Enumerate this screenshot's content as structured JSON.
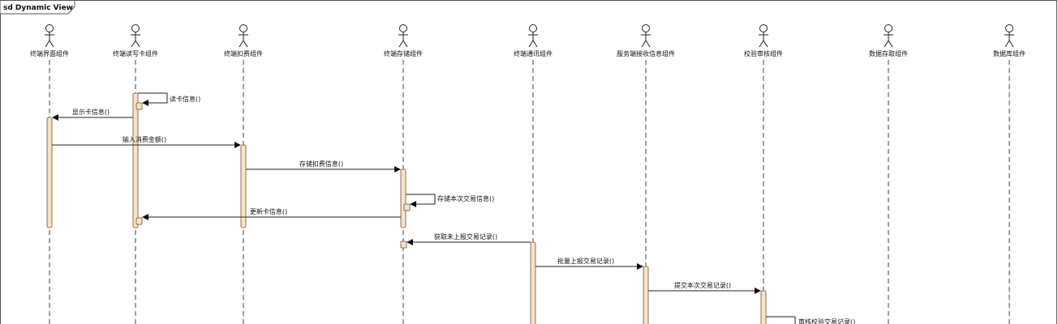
{
  "frame": {
    "title": "sd Dynamic View"
  },
  "actors": [
    {
      "id": "a1",
      "label": "终端界面组件"
    },
    {
      "id": "a2",
      "label": "终端读写卡组件"
    },
    {
      "id": "a3",
      "label": "终端扣费组件"
    },
    {
      "id": "a4",
      "label": "终端存储组件"
    },
    {
      "id": "a5",
      "label": "终端通讯组件"
    },
    {
      "id": "a6",
      "label": "服务端接收信息组件"
    },
    {
      "id": "a7",
      "label": "校验审核组件"
    },
    {
      "id": "a8",
      "label": "数据存取组件"
    },
    {
      "id": "a9",
      "label": "数据库组件"
    }
  ],
  "messages": [
    {
      "from": "a2",
      "to": "a2",
      "label": "读卡信息()"
    },
    {
      "from": "a2",
      "to": "a1",
      "label": "显示卡信息()"
    },
    {
      "from": "a1",
      "to": "a3",
      "label": "输入消费金额()"
    },
    {
      "from": "a3",
      "to": "a4",
      "label": "存储扣费信息()"
    },
    {
      "from": "a4",
      "to": "a4",
      "label": "存储本次交易信息()"
    },
    {
      "from": "a4",
      "to": "a2",
      "label": "更新卡信息()"
    },
    {
      "from": "a5",
      "to": "a4",
      "label": "获取未上报交易记录()"
    },
    {
      "from": "a5",
      "to": "a6",
      "label": "批量上报交易记录()"
    },
    {
      "from": "a6",
      "to": "a7",
      "label": "提交本次交易记录()"
    },
    {
      "from": "a7",
      "to": "a7",
      "label": "审核校验交易记录()"
    }
  ],
  "colors": {
    "activation_fill": "#f8e4c4",
    "activation_stroke": "#8a7058",
    "line": "#222222"
  }
}
